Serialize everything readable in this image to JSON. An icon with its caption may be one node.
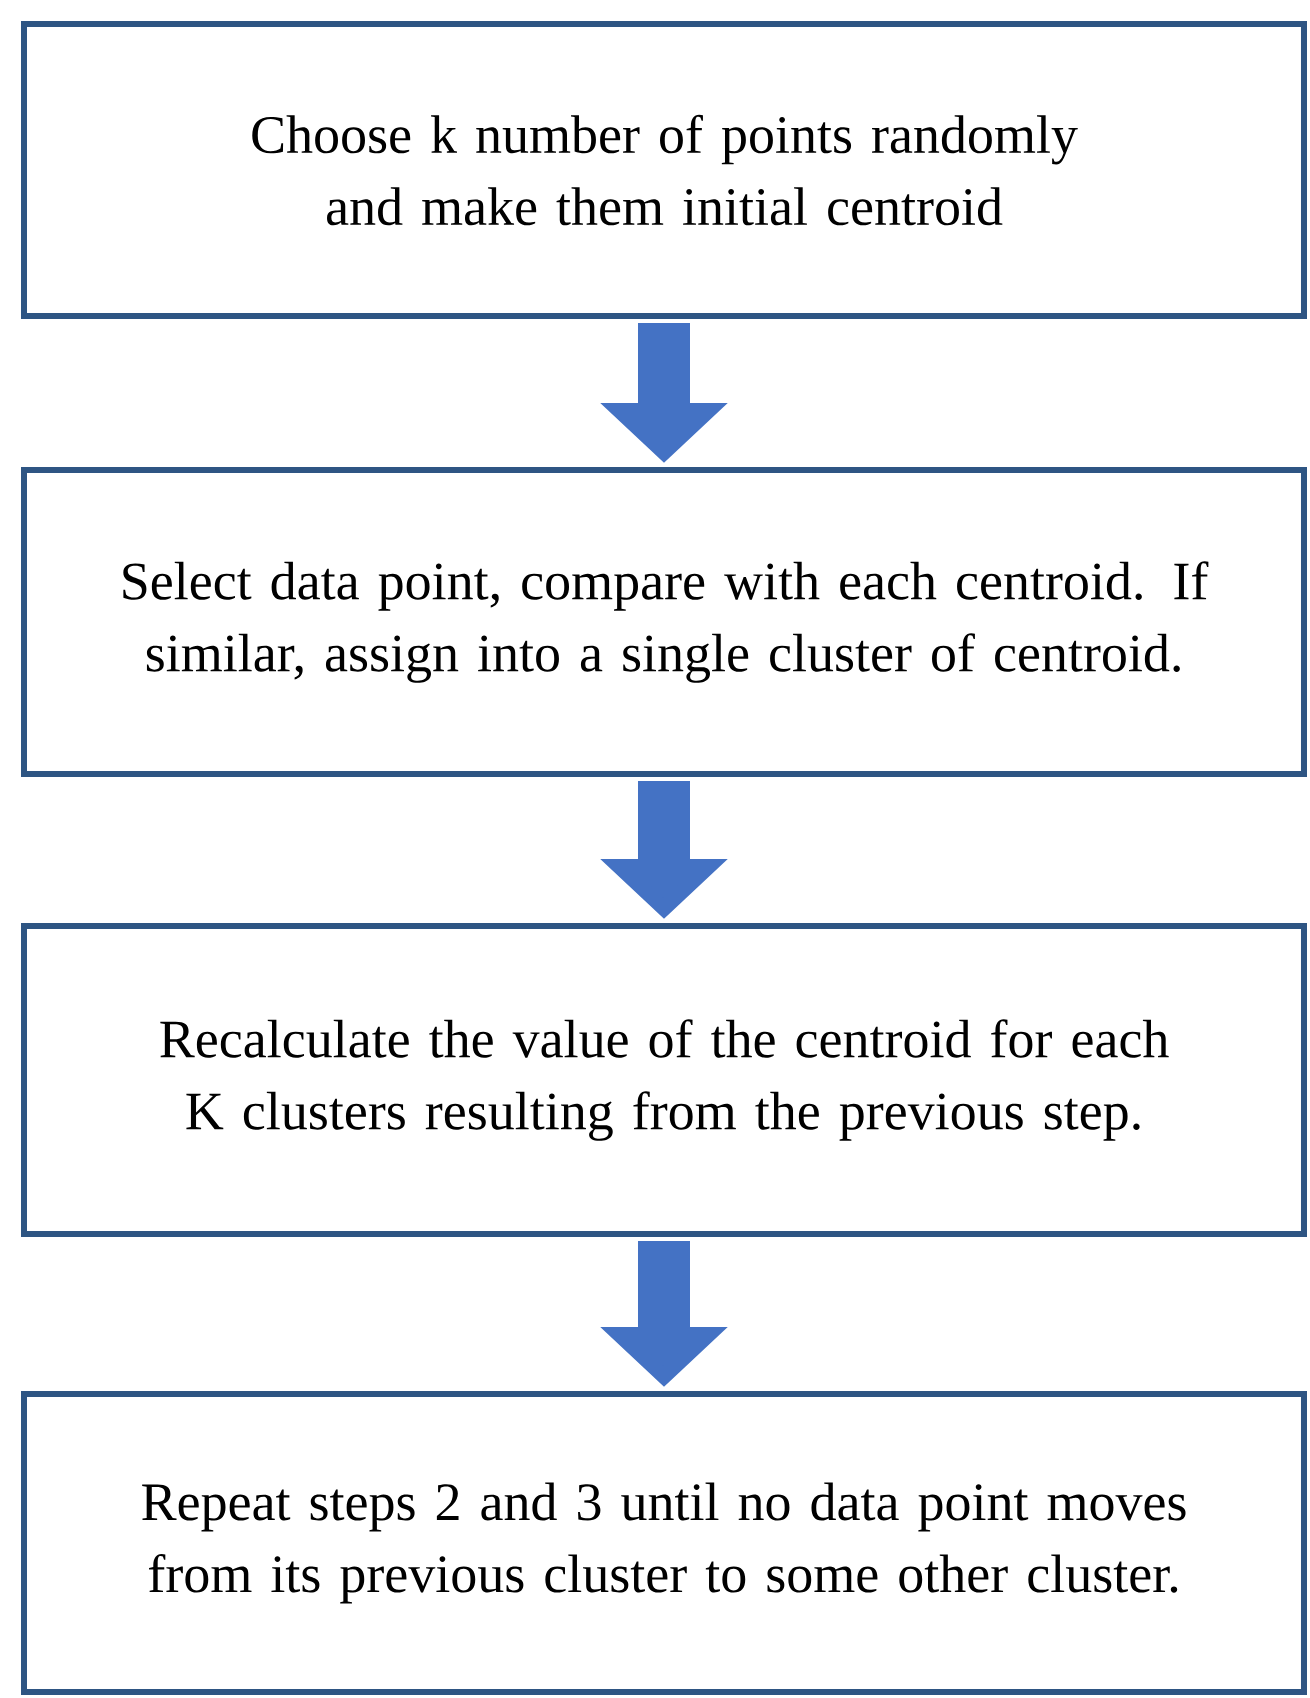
{
  "diagram": {
    "nodes": [
      {
        "text": [
          "Choose k number of points randomly and make them initial centroid"
        ]
      },
      {
        "text": [
          "Select data point, compare with each centroid. If similar, assign into a single cluster of centroid."
        ]
      },
      {
        "text": [
          "Recalculate the value of the centroid for each K clusters resulting from the previous step."
        ]
      },
      {
        "text": [
          "Repeat steps 2 and 3 until no data point moves from its previous cluster to some other cluster."
        ]
      }
    ],
    "edges": [
      {
        "from": 0,
        "to": 1,
        "arrow": "to"
      },
      {
        "from": 1,
        "to": 2,
        "arrow": "to"
      },
      {
        "from": 2,
        "to": 3,
        "arrow": "to"
      }
    ]
  }
}
